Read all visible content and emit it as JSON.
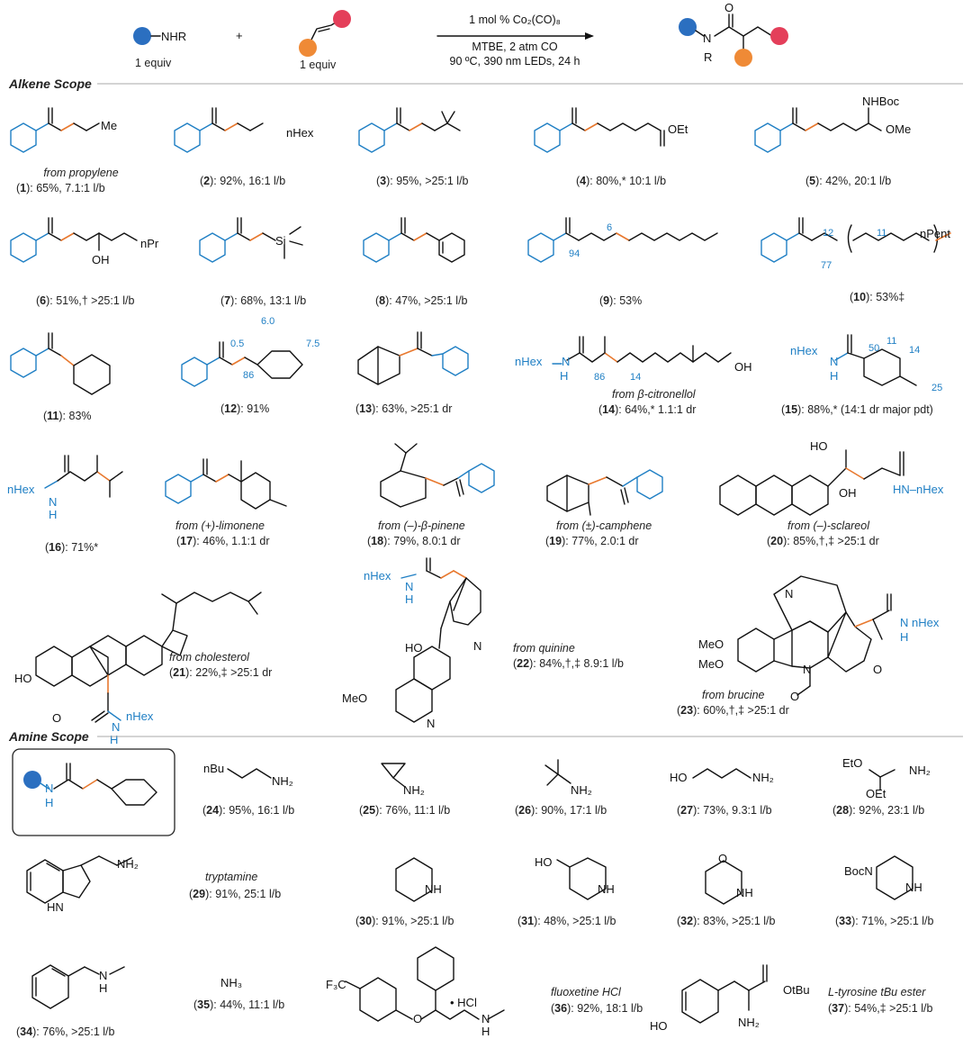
{
  "scheme": {
    "amine_label": "NHR",
    "amine_equiv": "1 equiv",
    "plus": "+",
    "alkene_equiv": "1 equiv",
    "cond_line1": "1 mol % Co₂(CO)₈",
    "cond_line2": "MTBE, 2 atm CO",
    "cond_line3": "90 ºC, 390 nm LEDs, 24 h",
    "product_N": "N",
    "product_R": "R",
    "product_O": "O",
    "colors": {
      "amine_dot": "#2b6fc0",
      "alkene_dot_red": "#e43f5a",
      "alkene_dot_orange": "#ef8a36",
      "blue": "#1f7fc4",
      "orange": "#e8782e"
    }
  },
  "sections": {
    "alkene": "Alkene Scope",
    "amine": "Amine Scope"
  },
  "alkene_entries": [
    {
      "id": "1",
      "src": "from propylene",
      "res": "65%, 7.1:1 l/b",
      "sub": "Me"
    },
    {
      "id": "2",
      "res": "92%, 16:1 l/b",
      "sub": "nHex"
    },
    {
      "id": "3",
      "res": "95%, >25:1 l/b"
    },
    {
      "id": "4",
      "res": "80%,* 10:1 l/b",
      "sub": "OEt"
    },
    {
      "id": "5",
      "res": "42%, 20:1 l/b",
      "sub": "OMe",
      "sub2": "NHBoc"
    },
    {
      "id": "6",
      "res": "51%,† >25:1 l/b",
      "sub": "nPr",
      "sub2": "OH"
    },
    {
      "id": "7",
      "res": "68%, 13:1 l/b",
      "sub": "Si"
    },
    {
      "id": "8",
      "res": "47%, >25:1 l/b"
    },
    {
      "id": "9",
      "res": "53%",
      "n1": "94",
      "n2": "6"
    },
    {
      "id": "10",
      "res": "53%‡",
      "n1": "77",
      "n2": "12",
      "n3": "11",
      "sub": "nPent"
    },
    {
      "id": "11",
      "res": "83%"
    },
    {
      "id": "12",
      "res": "91%",
      "n1": "86",
      "n2": "0.5",
      "n3": "6.0",
      "n4": "7.5"
    },
    {
      "id": "13",
      "res": "63%, >25:1 dr"
    },
    {
      "id": "14",
      "src": "from β-citronellol",
      "res": "64%,* 1.1:1 dr",
      "n1": "86",
      "n2": "14",
      "sub": "OH"
    },
    {
      "id": "15",
      "res": "88%,* (14:1 dr major pdt)",
      "n1": "50",
      "n2": "11",
      "n3": "14",
      "n4": "25"
    },
    {
      "id": "16",
      "res": "71%*"
    },
    {
      "id": "17",
      "src": "from (+)-limonene",
      "res": "46%, 1.1:1 dr"
    },
    {
      "id": "18",
      "src": "from (–)-β-pinene",
      "res": "79%, 8.0:1 dr"
    },
    {
      "id": "19",
      "src": "from (±)-camphene",
      "res": "77%, 2.0:1 dr"
    },
    {
      "id": "20",
      "src": "from (–)-sclareol",
      "res": "85%,†,‡ >25:1 dr"
    },
    {
      "id": "21",
      "src": "from cholesterol",
      "res": "22%,‡ >25:1 dr"
    },
    {
      "id": "22",
      "src": "from quinine",
      "res": "84%,†,‡ 8.9:1 l/b"
    },
    {
      "id": "23",
      "src": "from brucine",
      "res": "60%,†,‡ >25:1 dr"
    }
  ],
  "amine_entries": [
    {
      "id": "24",
      "res": "95%, 16:1 l/b",
      "sub": "nBu",
      "nh": "NH₂"
    },
    {
      "id": "25",
      "res": "76%, 11:1 l/b",
      "nh": "NH₂"
    },
    {
      "id": "26",
      "res": "90%, 17:1 l/b",
      "nh": "NH₂"
    },
    {
      "id": "27",
      "res": "73%, 9.3:1 l/b",
      "sub": "HO",
      "nh": "NH₂"
    },
    {
      "id": "28",
      "res": "92%, 23:1 l/b",
      "sub": "EtO",
      "sub2": "OEt",
      "nh": "NH₂"
    },
    {
      "id": "29",
      "src": "tryptamine",
      "res": "91%, 25:1 l/b",
      "nh": "NH₂",
      "sub": "HN"
    },
    {
      "id": "30",
      "res": "91%, >25:1 l/b",
      "nh": "NH"
    },
    {
      "id": "31",
      "res": "48%, >25:1 l/b",
      "nh": "NH",
      "sub": "HO"
    },
    {
      "id": "32",
      "res": "83%, >25:1 l/b",
      "nh": "NH",
      "sub": "O"
    },
    {
      "id": "33",
      "res": "71%, >25:1 l/b",
      "nh": "NH",
      "sub": "BocN"
    },
    {
      "id": "34",
      "res": "76%, >25:1 l/b",
      "nh": "N",
      "sub": "H"
    },
    {
      "id": "35",
      "res": "44%, 11:1 l/b",
      "nh": "NH₃"
    },
    {
      "id": "36",
      "src": "fluoxetine HCl",
      "res": "92%, 18:1 l/b",
      "sub": "F₃C",
      "sub2": "• HCl"
    },
    {
      "id": "37",
      "src": "L-tyrosine tBu ester",
      "res": "54%,‡ >25:1 l/b",
      "sub": "HO",
      "nh": "NH₂",
      "sub2": "OtBu"
    }
  ]
}
